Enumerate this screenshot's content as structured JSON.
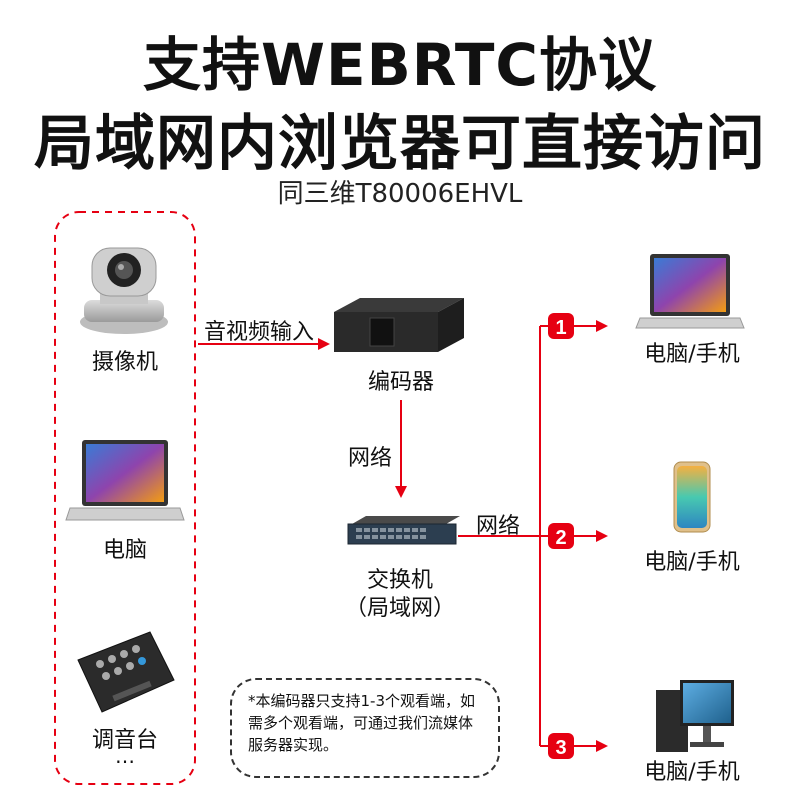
{
  "title_line1": "支持WEBRTC协议",
  "title_line2": "局域网内浏览器可直接访问",
  "subtitle": "同三维T80006EHVL",
  "sources": {
    "camera": "摄像机",
    "laptop": "电脑",
    "mixer": "调音台",
    "more": "…"
  },
  "edge_av_input": "音视频输入",
  "encoder": "编码器",
  "edge_network_1": "网络",
  "switch_line1": "交换机",
  "switch_line2": "（局域网）",
  "edge_network_2": "网络",
  "outputs": [
    {
      "num": "1",
      "label": "电脑/手机"
    },
    {
      "num": "2",
      "label": "电脑/手机"
    },
    {
      "num": "3",
      "label": "电脑/手机"
    }
  ],
  "note": "*本编码器只支持1-3个观看端，如需多个观看端，可通过我们流媒体服务器实现。",
  "colors": {
    "accent": "#e60012",
    "dark": "#111111"
  }
}
